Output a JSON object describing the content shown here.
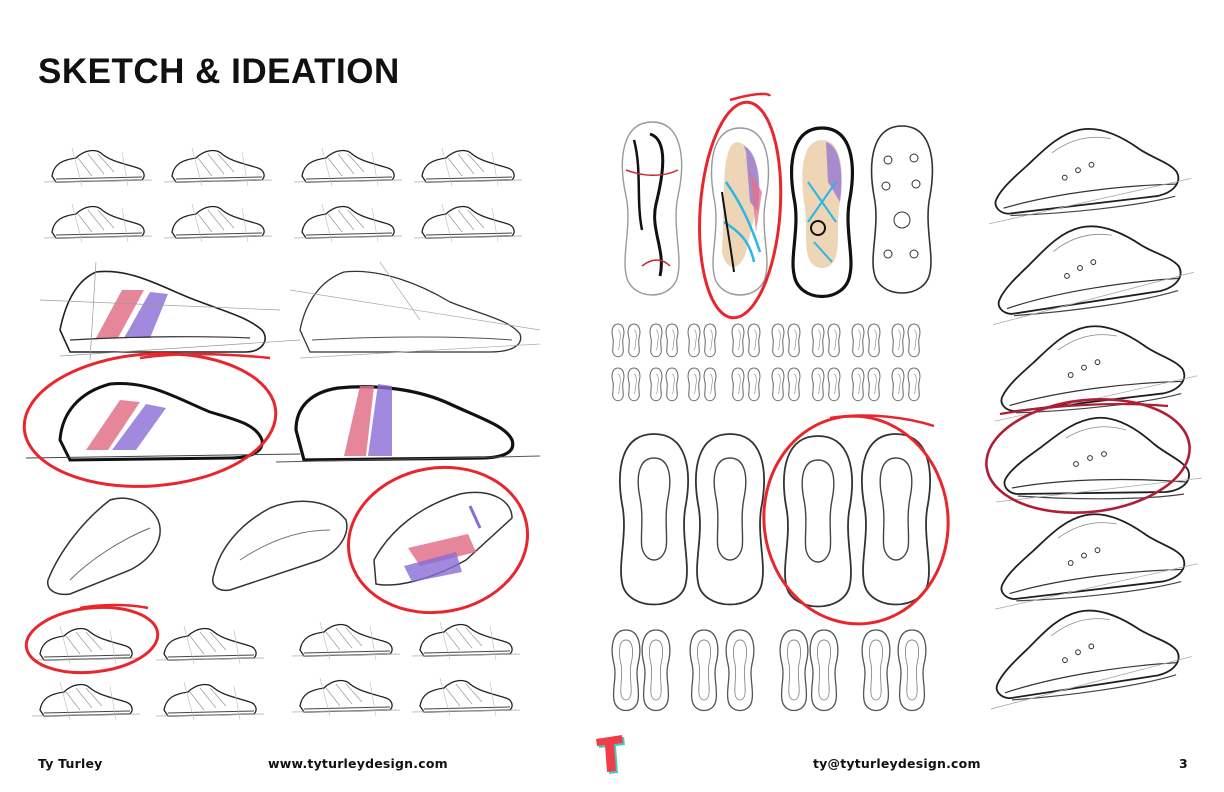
{
  "page": {
    "title": "SKETCH & IDEATION"
  },
  "footer": {
    "author": "Ty Turley",
    "website": "www.tyturleydesign.com",
    "email": "ty@tyturleydesign.com",
    "page_number": "3"
  },
  "logo": {
    "name": "T-monogram-logo",
    "colors": [
      "#ef3e4a",
      "#3ecfc4"
    ]
  },
  "colors": {
    "highlight_red": "#e8262e",
    "highlight_dark_red": "#b01e35",
    "accent_pink": "#e2718a",
    "accent_purple": "#8a6bd6",
    "accent_blue": "#29b6e8",
    "accent_tan": "#e8cba3",
    "ink": "#1a1a1a",
    "pencil": "#9a9a9a"
  }
}
